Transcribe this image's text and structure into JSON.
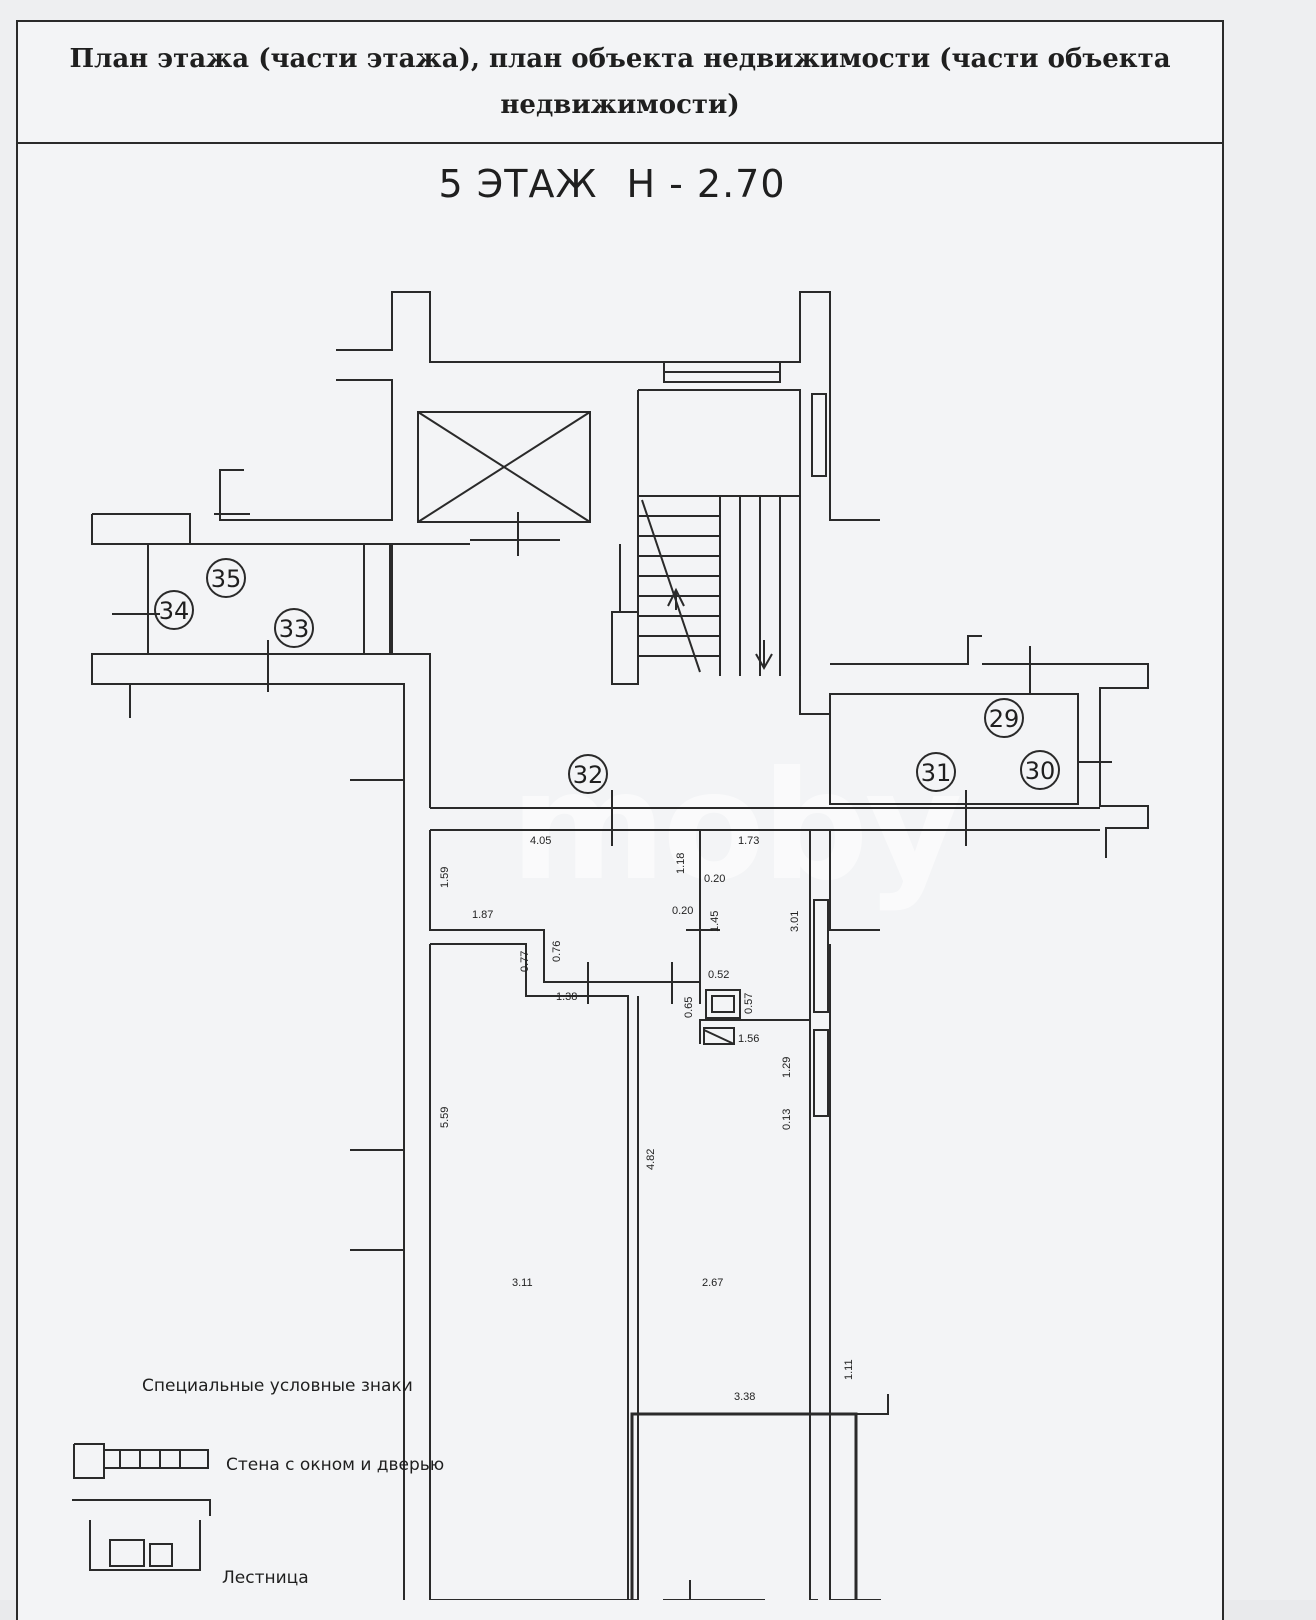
{
  "header": {
    "title": "План этажа (части этажа), план объекта недвижимости (части объекта недвижимости)"
  },
  "floor": {
    "label": "5 ЭТАЖ",
    "height": "Н - 2.70"
  },
  "rooms": {
    "r29": "29",
    "r30": "30",
    "r31": "31",
    "r32": "32",
    "r33": "33",
    "r34": "34",
    "r35": "35"
  },
  "dimensions": {
    "d405": "4.05",
    "d173": "1.73",
    "d159": "1.59",
    "d118": "1.18",
    "d020a": "0.20",
    "d020b": "0.20",
    "d145": "1.45",
    "d301": "3.01",
    "d187": "1.87",
    "d077": "0.77",
    "d076": "0.76",
    "d138": "1.38",
    "d052": "0.52",
    "d065": "0.65",
    "d057": "0.57",
    "d156": "1.56",
    "d129": "1.29",
    "d013": "0.13",
    "d559": "5.59",
    "d482": "4.82",
    "d311": "3.11",
    "d267": "2.67",
    "d338": "3.38",
    "d111": "1.11"
  },
  "legend": {
    "title": "Специальные условные знаки",
    "wall_label": "Стена с окном и дверью",
    "stairs_label": "Лестница"
  },
  "watermark": "mobу",
  "colors": {
    "line": "#2a2a2a",
    "paper": "#f3f4f6"
  }
}
